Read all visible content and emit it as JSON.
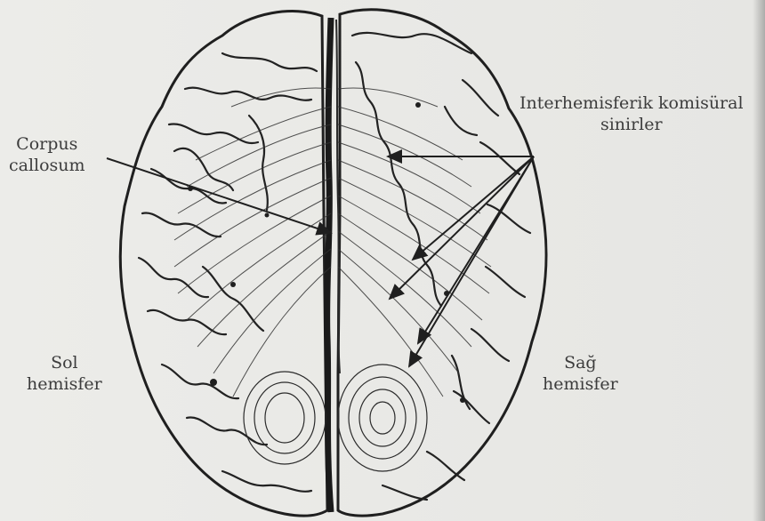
{
  "labels": {
    "corpus_callosum": [
      "Corpus",
      "callosum"
    ],
    "interhemisferik": [
      "Interhemisferik komisüral",
      "sinirler"
    ],
    "sol_hemisfer": [
      "Sol",
      "hemisfer"
    ],
    "sag_hemisfer": [
      "Sağ",
      "hemisfer"
    ]
  },
  "colors": {
    "ink": "#1f1f1f",
    "background": "#e9e9e7",
    "label_text": "#3c3c3c"
  }
}
